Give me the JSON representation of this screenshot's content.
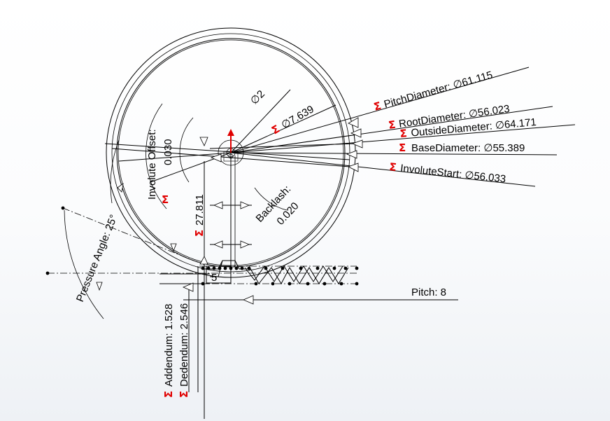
{
  "sigma_symbol": "Σ",
  "dimensions": {
    "pitch_diameter": "PitchDiameter: ∅61.115",
    "root_diameter": "RootDiameter: ∅56.023",
    "outside_diameter": "OutsideDiameter: ∅64.171",
    "base_diameter": "BaseDiameter: ∅55.389",
    "involute_start": "InvoluteStart: ∅56.033",
    "bore_small": "∅2",
    "bore_large": "∅7.639",
    "involute_offset_label": "Involute Offset:",
    "involute_offset_value": "0.030",
    "backlash_label": "Backlash:",
    "backlash_value": "0.020",
    "center_height": "27.811",
    "pressure_angle": "Pressure Angle: 25°",
    "addendum": "Addendum: 1.528",
    "dedendum": "Dedendum: 2.546",
    "pitch": "Pitch: 8",
    "small_dim": "5"
  },
  "colors": {
    "sigma": "#e00000",
    "line": "#000000",
    "origin_arrow": "#e00000"
  }
}
